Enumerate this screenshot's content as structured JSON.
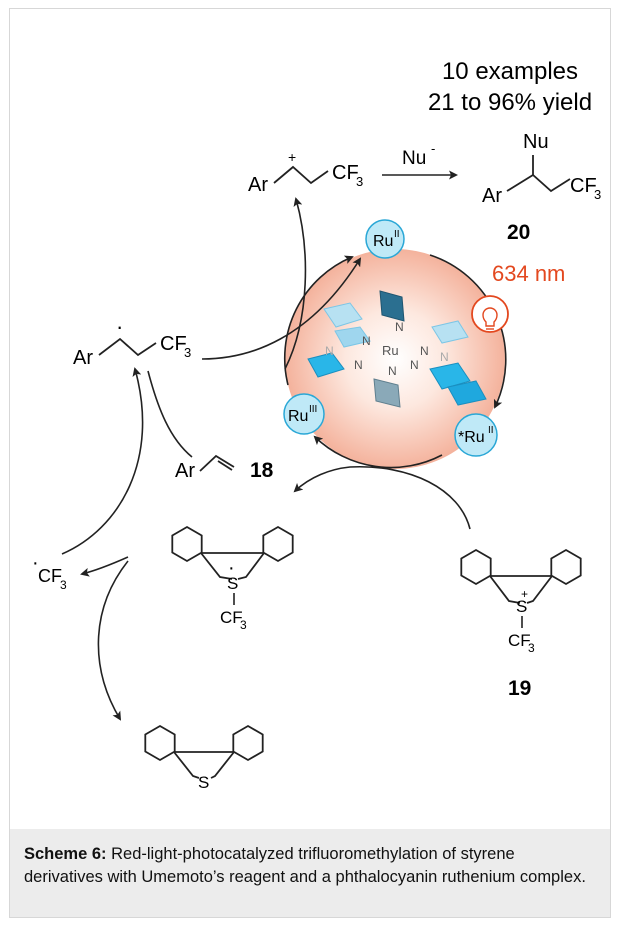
{
  "summary": {
    "examples": "10 examples",
    "yield": "21 to 96% yield"
  },
  "labels": {
    "ar": "Ar",
    "cf": "CF",
    "three": "3",
    "plus": "+",
    "nu": "Nu",
    "nu_minus": "-",
    "compound_20": "20",
    "compound_18": "18",
    "compound_19": "19",
    "wavelength": "634 nm",
    "ru": "Ru",
    "ru_ii_sup": "II",
    "ru_iii_sup": "III",
    "ru_excited": "*Ru",
    "s": "S",
    "n": "N",
    "dot": "·",
    "cf3_radical": "CF"
  },
  "caption": {
    "label": "Scheme 6:",
    "text": " Red-light-photocatalyzed trifluoromethylation of styrene derivatives with Umemoto’s reagent and a phthalocyanin ruthenium complex."
  },
  "colors": {
    "wavelength": "#e3481f",
    "bulb": "#e3481f",
    "ru_badge_fill": "#bfe9f7",
    "ru_badge_stroke": "#2aa7d6",
    "cycle_glow": "#f4b29c",
    "ligand_cyan": "#29b6e8",
    "ligand_dark": "#2b6f90"
  }
}
